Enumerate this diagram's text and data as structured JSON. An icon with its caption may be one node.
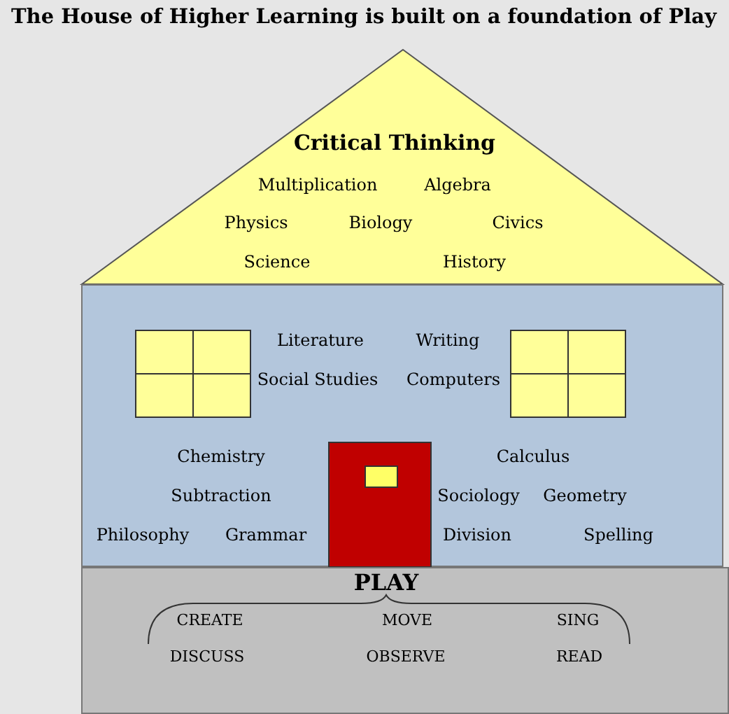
{
  "diagram": {
    "title": "The House of Higher Learning is built on a foundation of Play",
    "nodes": [
      {
        "text": [
          "Critical Thinking",
          "Multiplication",
          "Algebra",
          "Physics",
          "Biology",
          "Civics",
          "Science",
          "History"
        ]
      },
      {
        "text": [
          "Literature",
          "Writing",
          "Social Studies",
          "Computers",
          "Chemistry",
          "Calculus",
          "Subtraction",
          "Sociology",
          "Geometry",
          "Philosophy",
          "Grammar",
          "Division",
          "Spelling"
        ]
      },
      {
        "text": [
          "PLAY",
          "CREATE",
          "MOVE",
          "SING",
          "DISCUSS",
          "OBSERVE",
          "READ"
        ]
      }
    ]
  }
}
